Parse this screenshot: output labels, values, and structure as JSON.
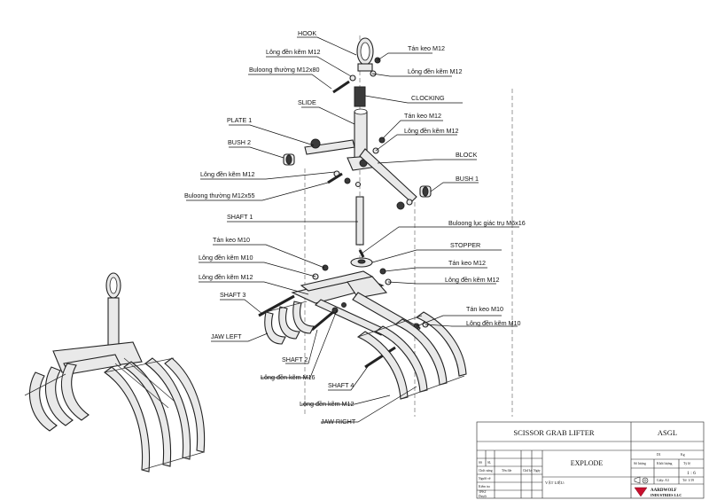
{
  "callouts": [
    {
      "id": "hook",
      "text": "HOOK"
    },
    {
      "id": "long-den-kem-m12-a",
      "text": "Lông đền kẽm M12"
    },
    {
      "id": "tan-keo-m12-a",
      "text": "Tán keo M12"
    },
    {
      "id": "buloong-m12x80",
      "text": "Buloong thường M12x80"
    },
    {
      "id": "long-den-kem-m12-b",
      "text": "Lông đền kẽm M12"
    },
    {
      "id": "slide",
      "text": "SLIDE"
    },
    {
      "id": "clocking",
      "text": "CLOCKING"
    },
    {
      "id": "plate-1",
      "text": "PLATE 1"
    },
    {
      "id": "tan-keo-m12-b",
      "text": "Tán keo M12"
    },
    {
      "id": "long-den-kem-m12-c",
      "text": "Lông đền kẽm M12"
    },
    {
      "id": "bush-2",
      "text": "BUSH 2"
    },
    {
      "id": "block",
      "text": "BLOCK"
    },
    {
      "id": "long-den-kem-m12-d",
      "text": "Lông đền kẽm M12"
    },
    {
      "id": "bush-1",
      "text": "BUSH 1"
    },
    {
      "id": "buloong-m12x55",
      "text": "Buloong thường M12x55"
    },
    {
      "id": "shaft-1",
      "text": "SHAFT 1"
    },
    {
      "id": "buloong-luc-giac",
      "text": "Buloong lục giác trụ M6x16"
    },
    {
      "id": "tan-keo-m10-a",
      "text": "Tán keo M10"
    },
    {
      "id": "stopper",
      "text": "STOPPER"
    },
    {
      "id": "long-den-kem-m10-a",
      "text": "Lông đền kẽm M10"
    },
    {
      "id": "tan-keo-m12-c",
      "text": "Tán keo M12"
    },
    {
      "id": "long-den-kem-m12-e",
      "text": "Lông đền kẽm M12"
    },
    {
      "id": "long-den-kem-m12-f",
      "text": "Lông đền kẽm M12"
    },
    {
      "id": "shaft-3",
      "text": "SHAFT 3"
    },
    {
      "id": "tan-keo-m10-b",
      "text": "Tán keo M10"
    },
    {
      "id": "long-den-kem-m10-b",
      "text": "Lông đền kẽm M10"
    },
    {
      "id": "jaw-left",
      "text": "JAW LEFT"
    },
    {
      "id": "shaft-2",
      "text": "SHAFT 2"
    },
    {
      "id": "long-den-kem-m16",
      "text": "Lông đền kẽm M16"
    },
    {
      "id": "shaft-4",
      "text": "SHAFT 4"
    },
    {
      "id": "long-den-kem-m12-g",
      "text": "Lông đền kẽm M12"
    },
    {
      "id": "jaw-right",
      "text": "JAW RIGHT"
    }
  ],
  "title_block": {
    "title": "SCISSOR GRAB LIFTER",
    "code": "ASGL",
    "view": "EXPLODE",
    "material": "VẬT LIỆU:",
    "qty_label": "Số lượng",
    "weight_label": "Khối lượng",
    "scale_label": "Tỷ lệ",
    "scale": "1 : 6",
    "paper": "Giấy: A3",
    "sheet": "Tờ: 1/19",
    "row_labels": [
      "SS",
      "SL",
      "Chức năng",
      "Người vẽ",
      "Kiểm tra",
      "TPKT",
      "Duyệt"
    ],
    "col_labels": [
      "Tên file",
      "Chữ ký",
      "Ngày"
    ],
    "small_fields": [
      "D1",
      "Kg"
    ],
    "company_line1": "AARDWOLF",
    "company_line2": "INDUSTRIES LLC"
  }
}
